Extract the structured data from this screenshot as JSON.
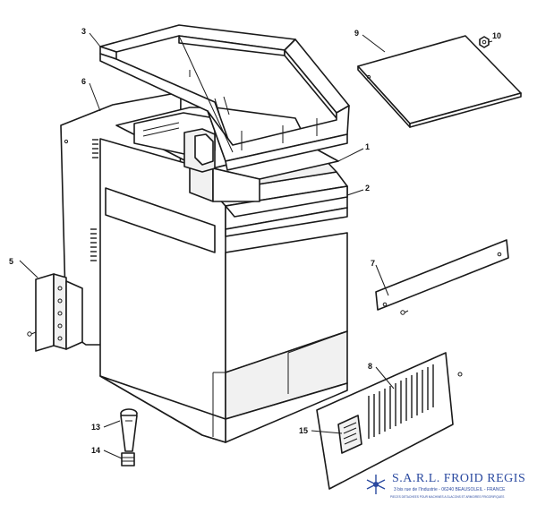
{
  "callouts": {
    "c1": "1",
    "c2": "2",
    "c3": "3",
    "c5": "5",
    "c6": "6",
    "c7": "7",
    "c8": "8",
    "c9": "9",
    "c10": "10",
    "c13": "13",
    "c14": "14",
    "c15": "15"
  },
  "logo": {
    "title": "S.A.R.L. FROID REGIS",
    "address": "3 bis rue de l'Industrie - 06240 BEAUSOLEIL - FRANCE",
    "fineprint": "PIECES DETACHEES POUR MACHINES A GLACONS ET ARMOIRES FRIGORIFIQUES",
    "accent_color": "#2b4aa0"
  }
}
